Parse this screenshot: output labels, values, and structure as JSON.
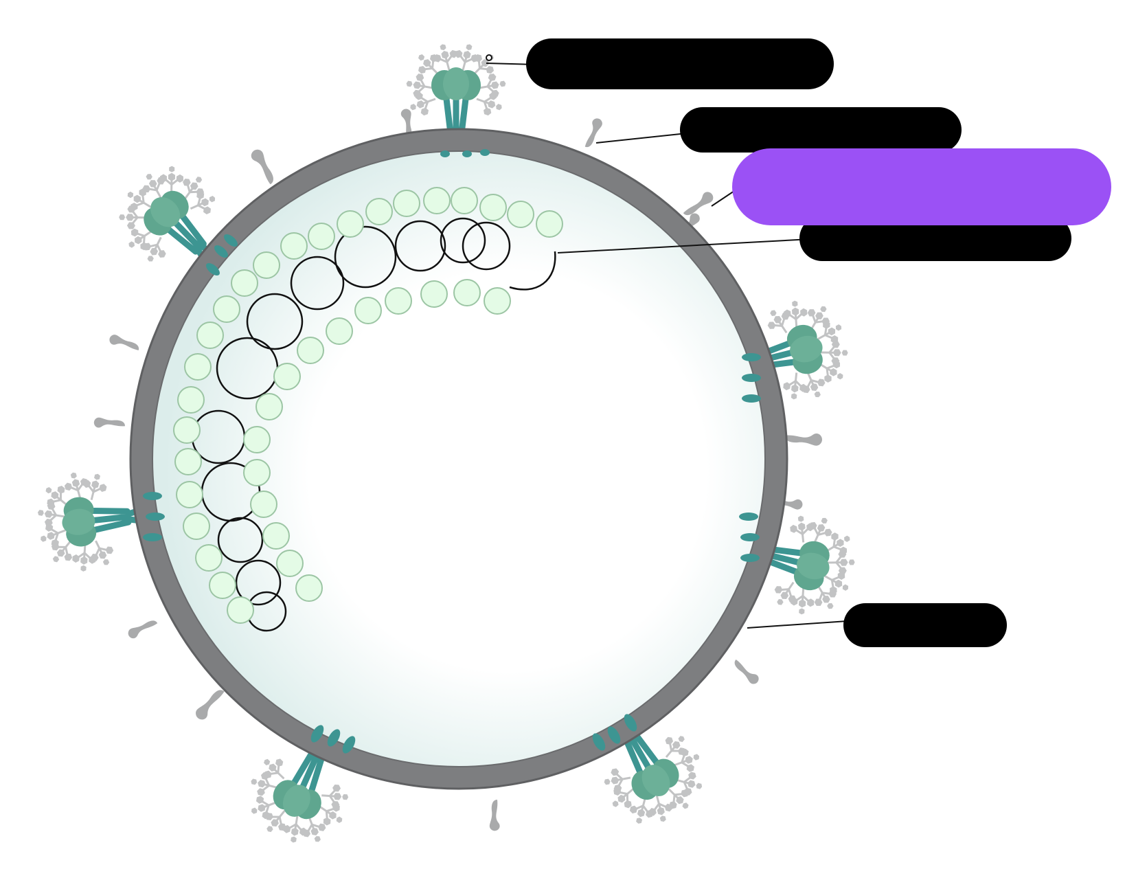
{
  "colors": {
    "envelope": "#7d7e80",
    "envelope_edge": "#5f6062",
    "interior_center": "#ffffff",
    "interior_edge": "#dcedeb",
    "glycoprotein": "#5fa68f",
    "glycoprotein_stalk": "#3d9592",
    "glycan": "#c2c3c4",
    "matrix_protein": "#a9aaab",
    "nucleocapsid_bead": "#e4fbe6",
    "nucleocapsid_bead_edge": "#9cc5a4",
    "rna": "#111111",
    "leader_line": "#111111",
    "redaction_black": "#000000",
    "redaction_purple": "#9b51f5"
  },
  "labels": [
    {
      "id": "glycoprotein",
      "text": ""
    },
    {
      "id": "membrane-protein",
      "text": ""
    },
    {
      "id": "highlighted-label",
      "text": ""
    },
    {
      "id": "nucleocapsid",
      "text": ""
    },
    {
      "id": "envelope",
      "text": ""
    }
  ]
}
